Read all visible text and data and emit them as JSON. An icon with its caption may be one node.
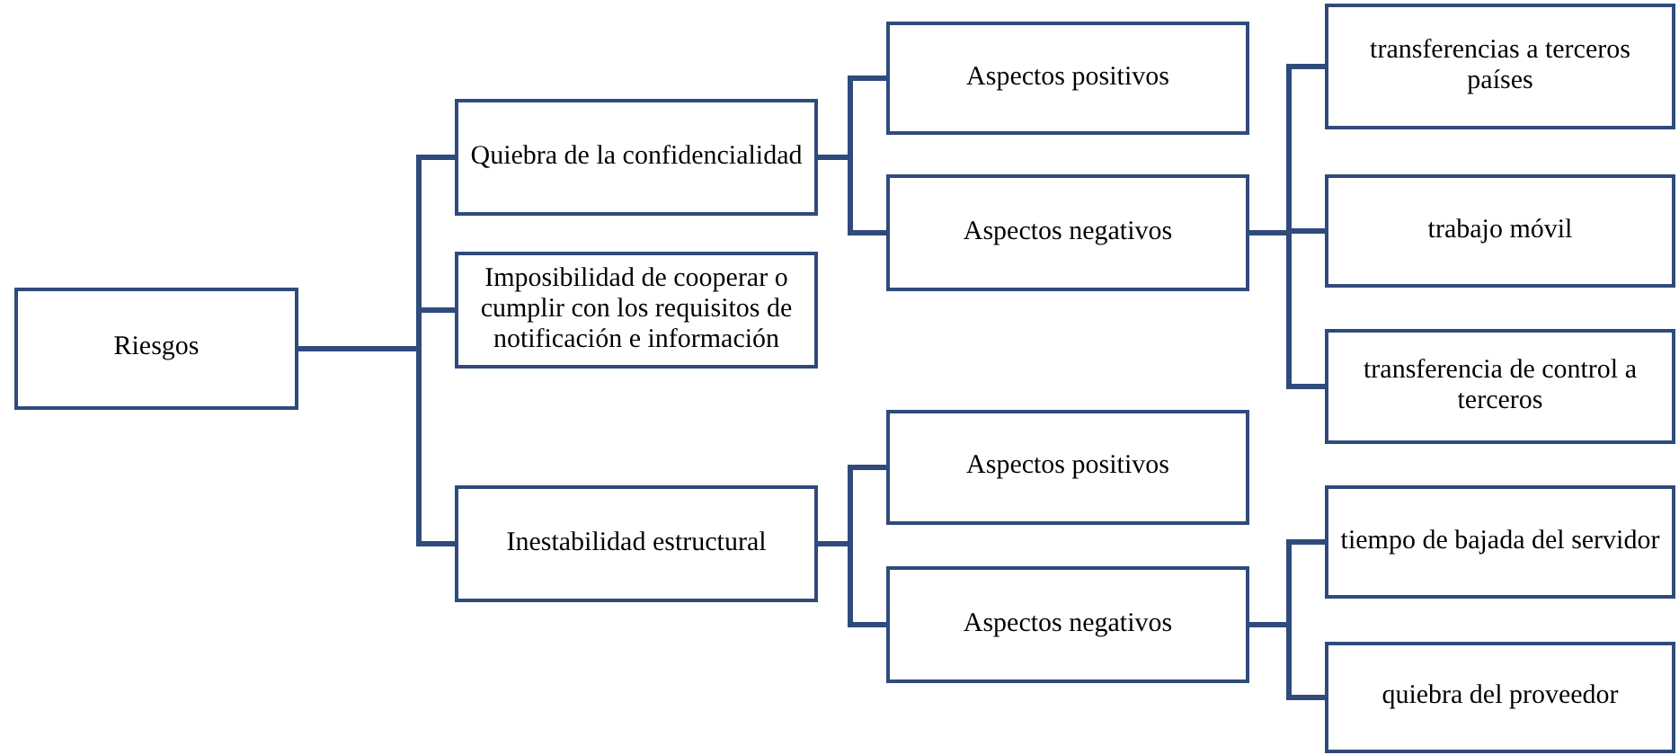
{
  "diagram": {
    "nodes": [
      {
        "text": [
          "Riesgos"
        ]
      },
      {
        "text": [
          "Quiebra de la confidencialidad"
        ]
      },
      {
        "text": [
          "Imposibilidad de cooperar o cumplir con los requisitos de notificación e información"
        ]
      },
      {
        "text": [
          "Inestabilidad estructural"
        ]
      },
      {
        "text": [
          "Aspectos positivos"
        ]
      },
      {
        "text": [
          "Aspectos negativos"
        ]
      },
      {
        "text": [
          "transferencias a terceros países"
        ]
      },
      {
        "text": [
          "trabajo móvil"
        ]
      },
      {
        "text": [
          "transferencia de control a terceros"
        ]
      },
      {
        "text": [
          "Aspectos positivos"
        ]
      },
      {
        "text": [
          "Aspectos negativos"
        ]
      },
      {
        "text": [
          "tiempo de bajada del servidor"
        ]
      },
      {
        "text": [
          "quiebra del proveedor"
        ]
      }
    ],
    "edges": [
      {
        "from": 0,
        "to": 1,
        "arrow": "none"
      },
      {
        "from": 0,
        "to": 2,
        "arrow": "none"
      },
      {
        "from": 0,
        "to": 3,
        "arrow": "none"
      },
      {
        "from": 1,
        "to": 4,
        "arrow": "none"
      },
      {
        "from": 1,
        "to": 5,
        "arrow": "none"
      },
      {
        "from": 5,
        "to": 6,
        "arrow": "none"
      },
      {
        "from": 5,
        "to": 7,
        "arrow": "none"
      },
      {
        "from": 5,
        "to": 8,
        "arrow": "none"
      },
      {
        "from": 3,
        "to": 9,
        "arrow": "none"
      },
      {
        "from": 3,
        "to": 10,
        "arrow": "none"
      },
      {
        "from": 10,
        "to": 11,
        "arrow": "none"
      },
      {
        "from": 10,
        "to": 12,
        "arrow": "none"
      }
    ]
  }
}
